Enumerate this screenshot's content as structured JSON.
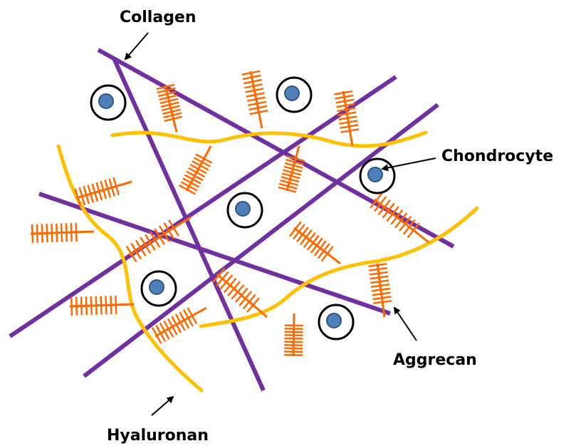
{
  "labels": {
    "collagen": "Collagen",
    "chondrocyte": "Chondrocyte",
    "aggrecan": "Aggrecan",
    "hyaluronan": "Hyaluronan"
  },
  "colors": {
    "collagen": "#7030a0",
    "hyaluronan": "#ffc000",
    "aggrecan": "#ff6a00",
    "cell_outline": "#000000",
    "nucleus": "#4f7fb8"
  },
  "icons": {
    "chondrocyte": "cell-icon",
    "aggrecan": "bottlebrush-icon",
    "arrow": "arrow-icon"
  }
}
